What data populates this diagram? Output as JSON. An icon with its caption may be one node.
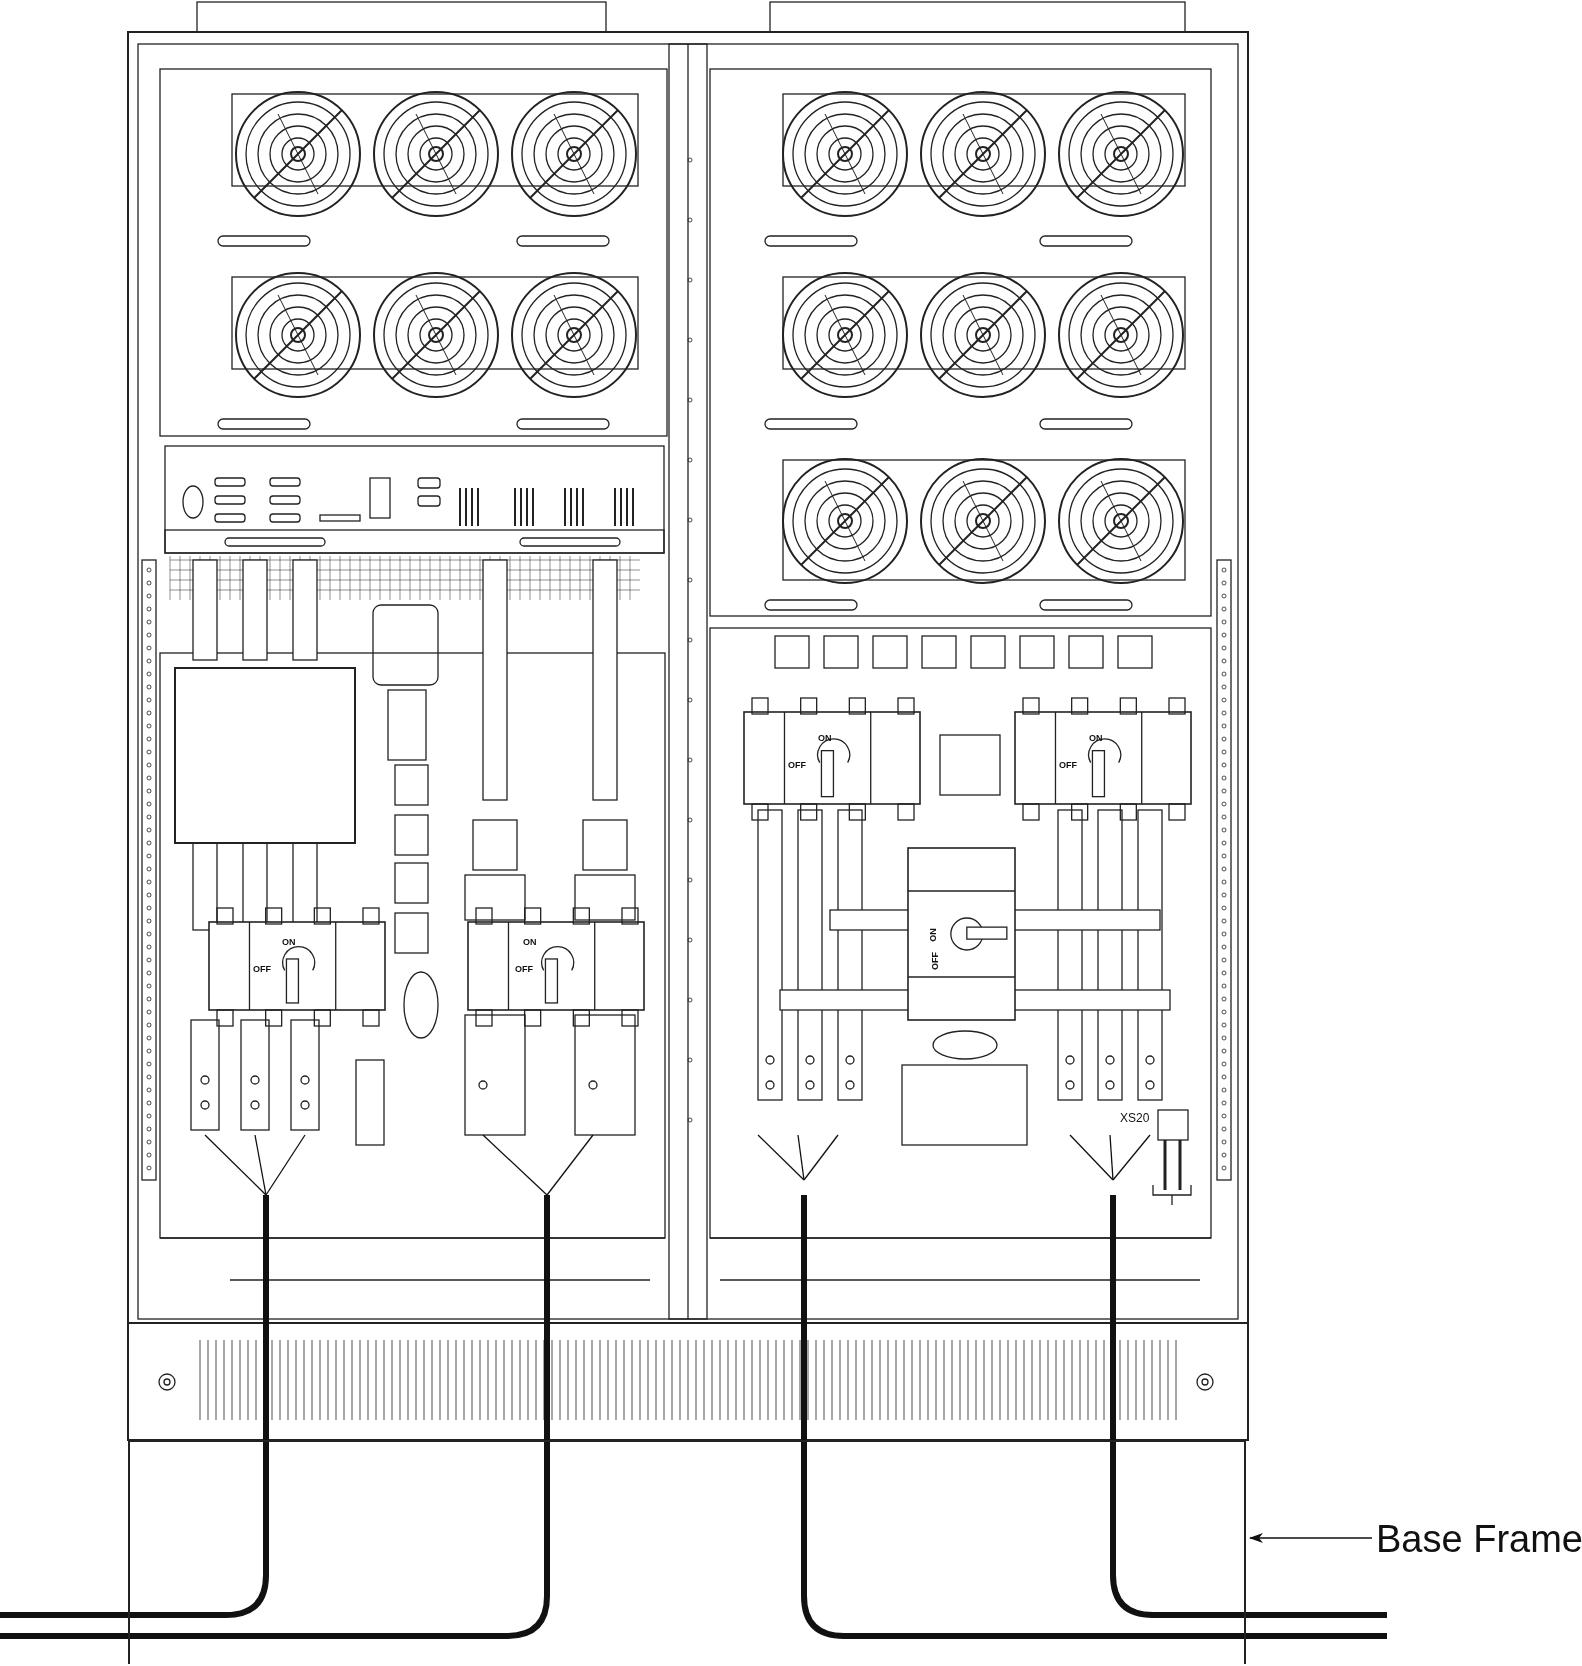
{
  "diagram": {
    "nodes": [
      {
        "text": [
          "Base Frame"
        ]
      },
      {
        "text": [],
        "shape": "box"
      }
    ],
    "edges": [
      {
        "from": 0,
        "to": 1,
        "arrow": "to"
      }
    ],
    "labels": [
      "ON",
      "OFF",
      "ON",
      "OFF",
      "ON",
      "OFF",
      "ON",
      "OFF",
      "ON",
      "OFF",
      "XS20"
    ]
  }
}
